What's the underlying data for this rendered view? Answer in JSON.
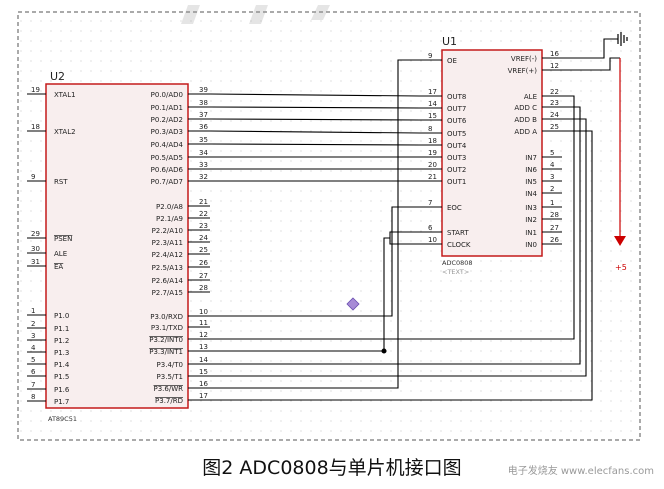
{
  "colors": {
    "chip_border": "#c41a1a",
    "chip_fill": "#f8eeee",
    "wire": "#000000",
    "power": "#cc0000"
  },
  "u2": {
    "ref": "U2",
    "part": "AT89C51",
    "left_pins": [
      {
        "num": "19",
        "name": "XTAL1"
      },
      {
        "num": "18",
        "name": "XTAL2"
      },
      {
        "num": "9",
        "name": "RST"
      },
      {
        "num": "29",
        "name": "PSEN",
        "over": true
      },
      {
        "num": "30",
        "name": "ALE"
      },
      {
        "num": "31",
        "name": "EA",
        "over": true
      },
      {
        "num": "1",
        "name": "P1.0"
      },
      {
        "num": "2",
        "name": "P1.1"
      },
      {
        "num": "3",
        "name": "P1.2"
      },
      {
        "num": "4",
        "name": "P1.3"
      },
      {
        "num": "5",
        "name": "P1.4"
      },
      {
        "num": "6",
        "name": "P1.5"
      },
      {
        "num": "7",
        "name": "P1.6"
      },
      {
        "num": "8",
        "name": "P1.7"
      }
    ],
    "right_pins": [
      {
        "num": "39",
        "name": "P0.0/AD0"
      },
      {
        "num": "38",
        "name": "P0.1/AD1"
      },
      {
        "num": "37",
        "name": "P0.2/AD2"
      },
      {
        "num": "36",
        "name": "P0.3/AD3"
      },
      {
        "num": "35",
        "name": "P0.4/AD4"
      },
      {
        "num": "34",
        "name": "P0.5/AD5"
      },
      {
        "num": "33",
        "name": "P0.6/AD6"
      },
      {
        "num": "32",
        "name": "P0.7/AD7"
      },
      {
        "num": "21",
        "name": "P2.0/A8"
      },
      {
        "num": "22",
        "name": "P2.1/A9"
      },
      {
        "num": "23",
        "name": "P2.2/A10"
      },
      {
        "num": "24",
        "name": "P2.3/A11"
      },
      {
        "num": "25",
        "name": "P2.4/A12"
      },
      {
        "num": "26",
        "name": "P2.5/A13"
      },
      {
        "num": "27",
        "name": "P2.6/A14"
      },
      {
        "num": "28",
        "name": "P2.7/A15"
      },
      {
        "num": "10",
        "name": "P3.0/RXD"
      },
      {
        "num": "11",
        "name": "P3.1/TXD"
      },
      {
        "num": "12",
        "name": "P3.2/INT0",
        "over": true
      },
      {
        "num": "13",
        "name": "P3.3/INT1",
        "over": true
      },
      {
        "num": "14",
        "name": "P3.4/T0"
      },
      {
        "num": "15",
        "name": "P3.5/T1"
      },
      {
        "num": "16",
        "name": "P3.6/WR",
        "over": true
      },
      {
        "num": "17",
        "name": "P3.7/RD",
        "over": true
      }
    ]
  },
  "u1": {
    "ref": "U1",
    "part": "ADC0808",
    "text_label": "<TEXT>",
    "left_pins": [
      {
        "num": "9",
        "name": "OE"
      },
      {
        "num": "17",
        "name": "OUT8"
      },
      {
        "num": "14",
        "name": "OUT7"
      },
      {
        "num": "15",
        "name": "OUT6"
      },
      {
        "num": "8",
        "name": "OUT5"
      },
      {
        "num": "18",
        "name": "OUT4"
      },
      {
        "num": "19",
        "name": "OUT3"
      },
      {
        "num": "20",
        "name": "OUT2"
      },
      {
        "num": "21",
        "name": "OUT1"
      },
      {
        "num": "7",
        "name": "EOC"
      },
      {
        "num": "6",
        "name": "START"
      },
      {
        "num": "10",
        "name": "CLOCK"
      }
    ],
    "right_pins": [
      {
        "num": "16",
        "name": "VREF(-)"
      },
      {
        "num": "12",
        "name": "VREF(+)"
      },
      {
        "num": "22",
        "name": "ALE"
      },
      {
        "num": "23",
        "name": "ADD C"
      },
      {
        "num": "24",
        "name": "ADD B"
      },
      {
        "num": "25",
        "name": "ADD A"
      },
      {
        "num": "5",
        "name": "IN7"
      },
      {
        "num": "4",
        "name": "IN6"
      },
      {
        "num": "3",
        "name": "IN5"
      },
      {
        "num": "2",
        "name": "IN4"
      },
      {
        "num": "1",
        "name": "IN3"
      },
      {
        "num": "28",
        "name": "IN2"
      },
      {
        "num": "27",
        "name": "IN1"
      },
      {
        "num": "26",
        "name": "IN0"
      }
    ]
  },
  "power_label": "+5",
  "caption": "图2 ADC0808与单片机接口图",
  "watermark": "电子发烧友 www.elecfans.com"
}
